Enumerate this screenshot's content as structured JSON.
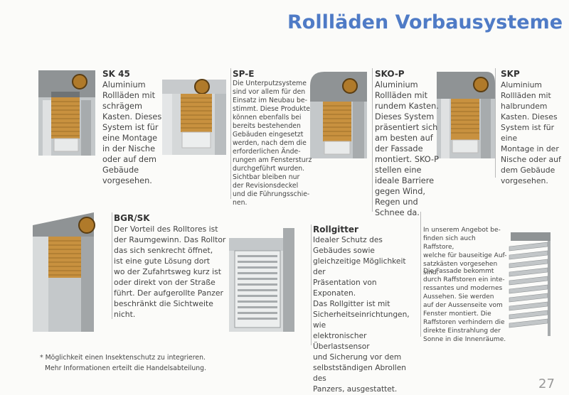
{
  "page": {
    "title": "Rollläden Vorbausysteme",
    "page_number": "27"
  },
  "products": [
    {
      "name": "SK 45",
      "lines": [
        "Aluminium",
        "Rollläden mit",
        "schrägem",
        "Kasten. Dieses",
        "System ist für",
        "eine Montage",
        "in der Nische",
        "oder auf dem",
        "Gebäude",
        "vorgesehen."
      ]
    },
    {
      "name": "SP-E",
      "lines": [
        "Die Unterputzsysteme",
        "sind vor allem für den",
        "Einsatz im Neubau be-",
        "stimmt. Diese Produkte",
        "können ebenfalls bei",
        "bereits bestehenden",
        "Gebäuden eingesetzt",
        "werden, nach dem die",
        "erforderlichen Ände-",
        "rungen am Fenstersturz",
        "durchgeführt wurden.",
        "Sichtbar bleiben nur",
        "der Revisionsdeckel",
        "und die Führungsschie-",
        "nen."
      ]
    },
    {
      "name": "SKO-P",
      "lines": [
        "Aluminium",
        "Rollläden mit",
        "rundem Kasten.",
        "Dieses System",
        "präsentiert sich",
        "am besten auf",
        "der Fassade",
        "montiert. SKO-P",
        "stellen eine",
        "ideale Barriere",
        "gegen Wind,",
        "Regen und",
        "Schnee da."
      ]
    },
    {
      "name": "SKP",
      "lines": [
        "Aluminium",
        "Rollläden mit",
        "halbrundem",
        "Kasten. Dieses",
        "System ist für eine",
        "Montage in der",
        "Nische oder auf",
        "dem Gebäude",
        "vorgesehen."
      ]
    },
    {
      "name": "BGR/SK",
      "lines": [
        "Der Vorteil des Rolltores ist",
        "der Raumgewinn. Das Rolltor",
        "das sich senkrecht öffnet,",
        "ist eine gute Lösung dort",
        "wo der Zufahrtsweg kurz ist",
        "oder direkt von der Straße",
        "führt. Der aufgerollte Panzer",
        "beschränkt die Sichtweite",
        "nicht."
      ]
    },
    {
      "name": "Rollgitter",
      "lines": [
        "Idealer Schutz des",
        "Gebäudes sowie",
        "gleichzeitige Möglichkeit der",
        "Präsentation von Exponaten.",
        "Das Rollgitter ist mit",
        "Sicherheitseinrichtungen, wie",
        "elektronischer Überlastsensor",
        "und Sicherung vor dem",
        "selbstständigen Abrollen des",
        "Panzers, ausgestattet."
      ]
    }
  ],
  "raffstore": {
    "para1": [
      "In unserem Angebot be-",
      "finden sich auch Raffstore,",
      "welche für bauseitige Auf-",
      "satzkästen vorgesehen sind."
    ],
    "para2": [
      "Die Fassade bekommt",
      "durch Raffstoren ein inte-",
      "ressantes und modernes",
      "Aussehen. Sie werden",
      "auf der Aussenseite vom",
      "Fenster montiert. Die",
      "Raffstoren verhindern die",
      "direkte Einstrahlung der",
      "Sonne in die Innenräume."
    ]
  },
  "footnote": [
    "* Möglichkeit einen Insektenschutz zu integrieren.",
    "Mehr Informationen erteilt die Handelsabteilung."
  ],
  "colors": {
    "title": "#4f7bc6",
    "wood": "#c8913f",
    "frame": "#bfc3c5",
    "box": "#8e9294"
  }
}
